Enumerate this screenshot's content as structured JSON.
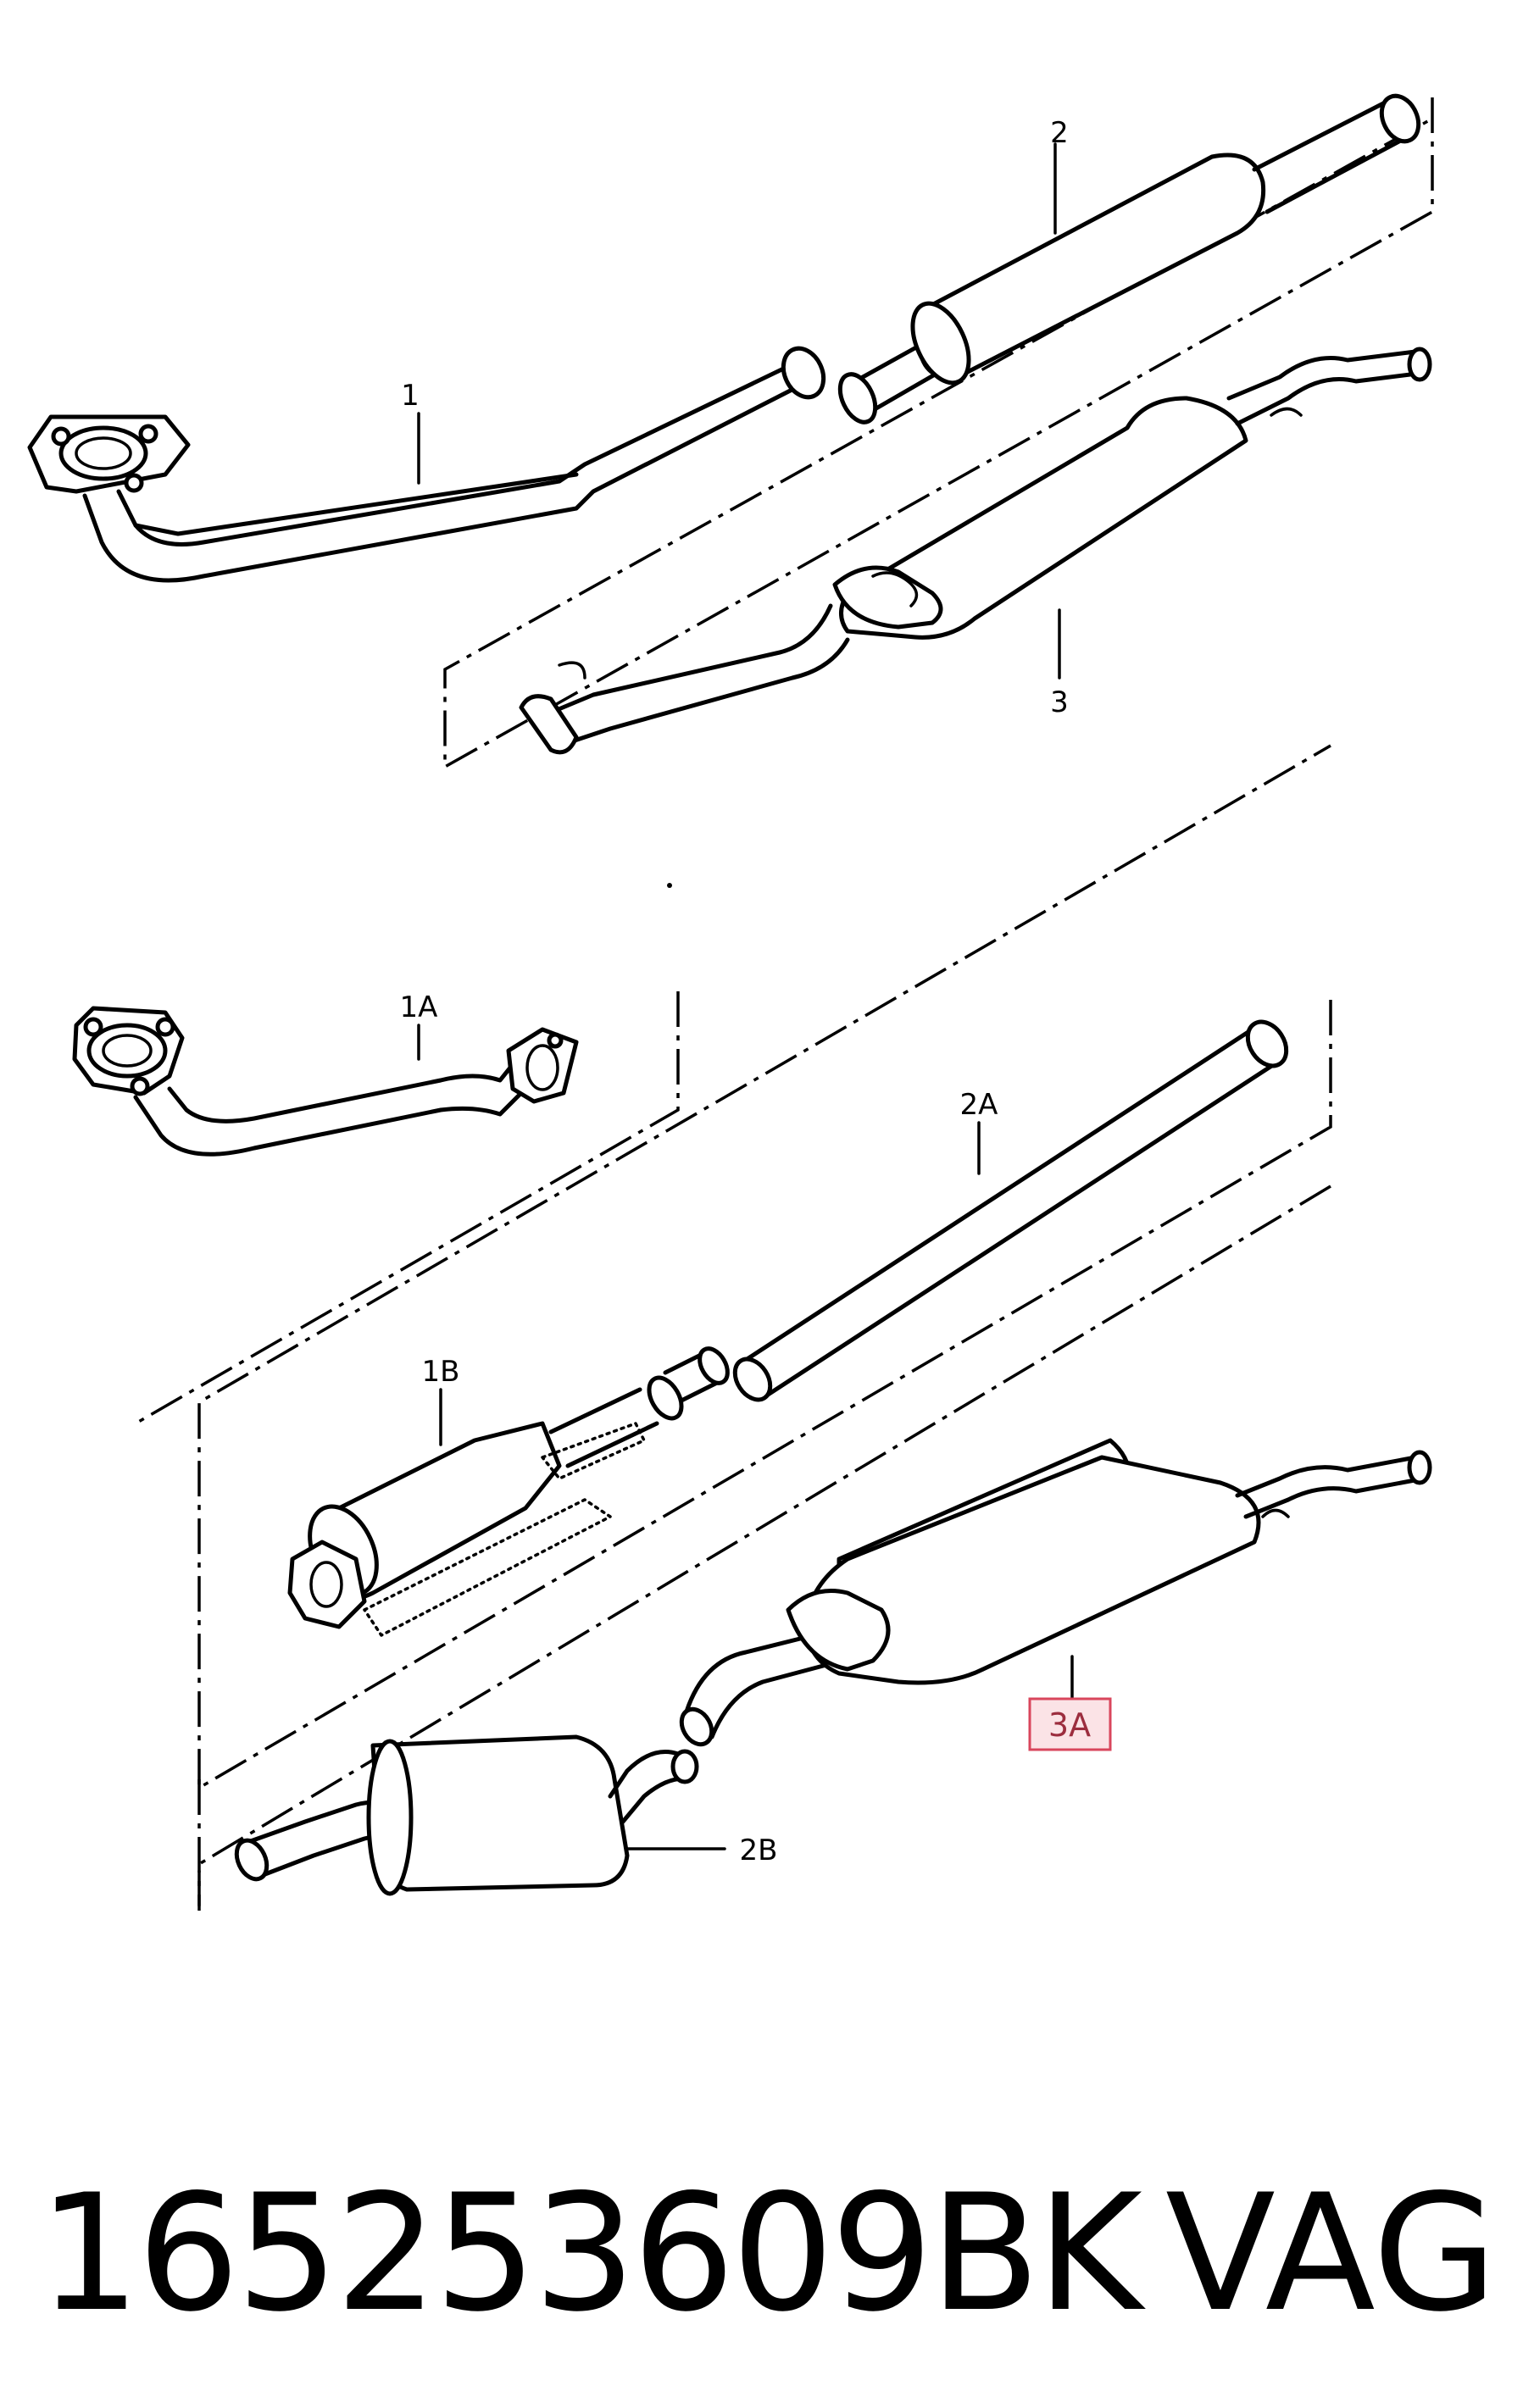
{
  "labels": {
    "p1": "1",
    "p2": "2",
    "p3": "3",
    "p1a": "1A",
    "p2a": "2A",
    "p1b": "1B",
    "p3a": "3A",
    "p2b": "2B"
  },
  "highlight_color": "#d9465c",
  "footer": {
    "part_number": "165253609BK",
    "brand": "VAG"
  }
}
